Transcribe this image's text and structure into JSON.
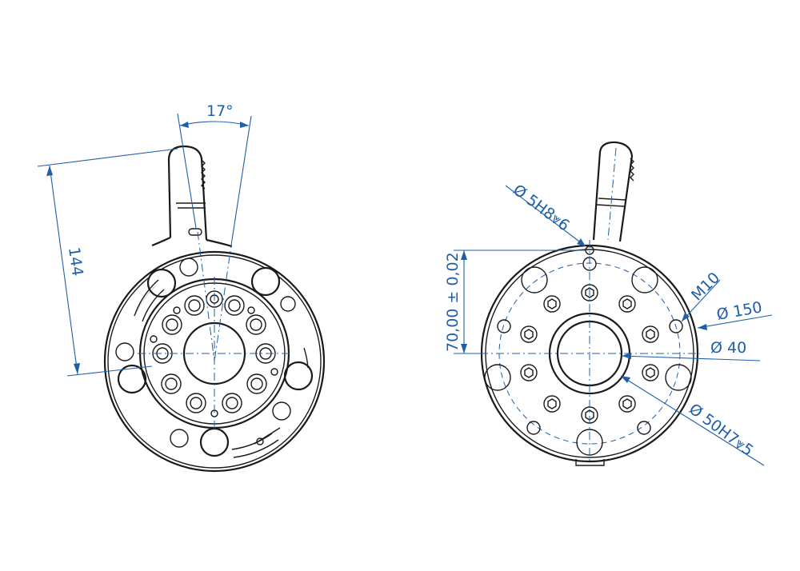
{
  "colors": {
    "dimension": "#1f5fa8",
    "outline": "#1a1a1a",
    "background": "#ffffff"
  },
  "left_view": {
    "angle_label": "17°",
    "length_label": "144"
  },
  "right_view": {
    "bore_fit_label": "Ø 5H8⩔6",
    "height_label": "70,00 ± 0,02",
    "thread_label": "M10",
    "bolt_circle_label": "Ø 150",
    "center_bore_label": "Ø 40",
    "recess_label": "Ø 50H7⩔5"
  }
}
